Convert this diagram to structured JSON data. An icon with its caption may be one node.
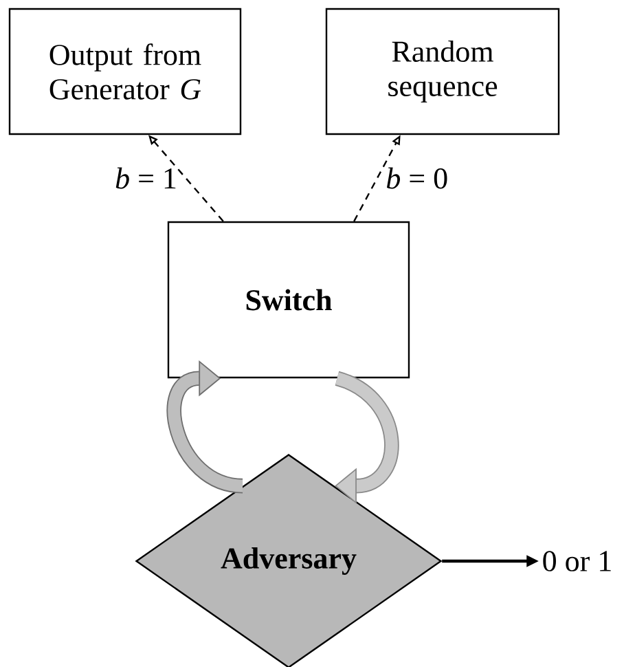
{
  "diagram": {
    "nodes": [
      {
        "text": [
          "Output from Generator *G*"
        ]
      },
      {
        "text": [
          "Random sequence"
        ]
      },
      {
        "text": [
          "Switch"
        ]
      },
      {
        "text": [
          "Adversary"
        ]
      },
      {
        "text": [
          "0 or 1"
        ]
      }
    ],
    "edges": [
      {
        "from": 2,
        "to": 0,
        "arrow": "to",
        "style": "dashed",
        "label": "*b* = 1"
      },
      {
        "from": 2,
        "to": 1,
        "arrow": "to",
        "style": "dashed",
        "label": "*b* = 0"
      },
      {
        "from": 3,
        "to": 2,
        "arrow": "to",
        "style": "thick",
        "color": "#6e6e6e"
      },
      {
        "from": 2,
        "to": 3,
        "arrow": "to",
        "style": "thick",
        "color": "#8a8a8a"
      },
      {
        "from": 3,
        "to": 4,
        "arrow": "to",
        "color": "#000000"
      }
    ]
  }
}
